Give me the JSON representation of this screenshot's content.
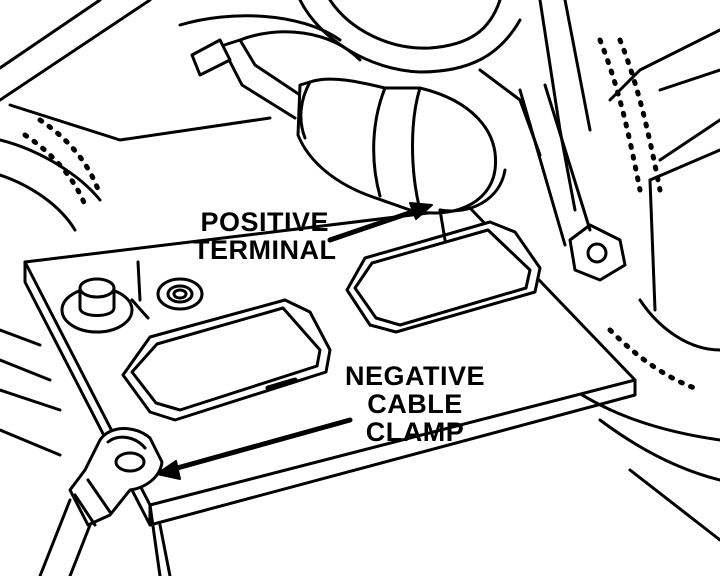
{
  "callouts": {
    "positive_terminal": [
      "POSITIVE",
      "TERMINAL"
    ],
    "negative_cable_clamp": [
      "NEGATIVE",
      "CABLE",
      "CLAMP"
    ]
  },
  "colors": {
    "ink": "#000000",
    "paper": "#ffffff"
  }
}
